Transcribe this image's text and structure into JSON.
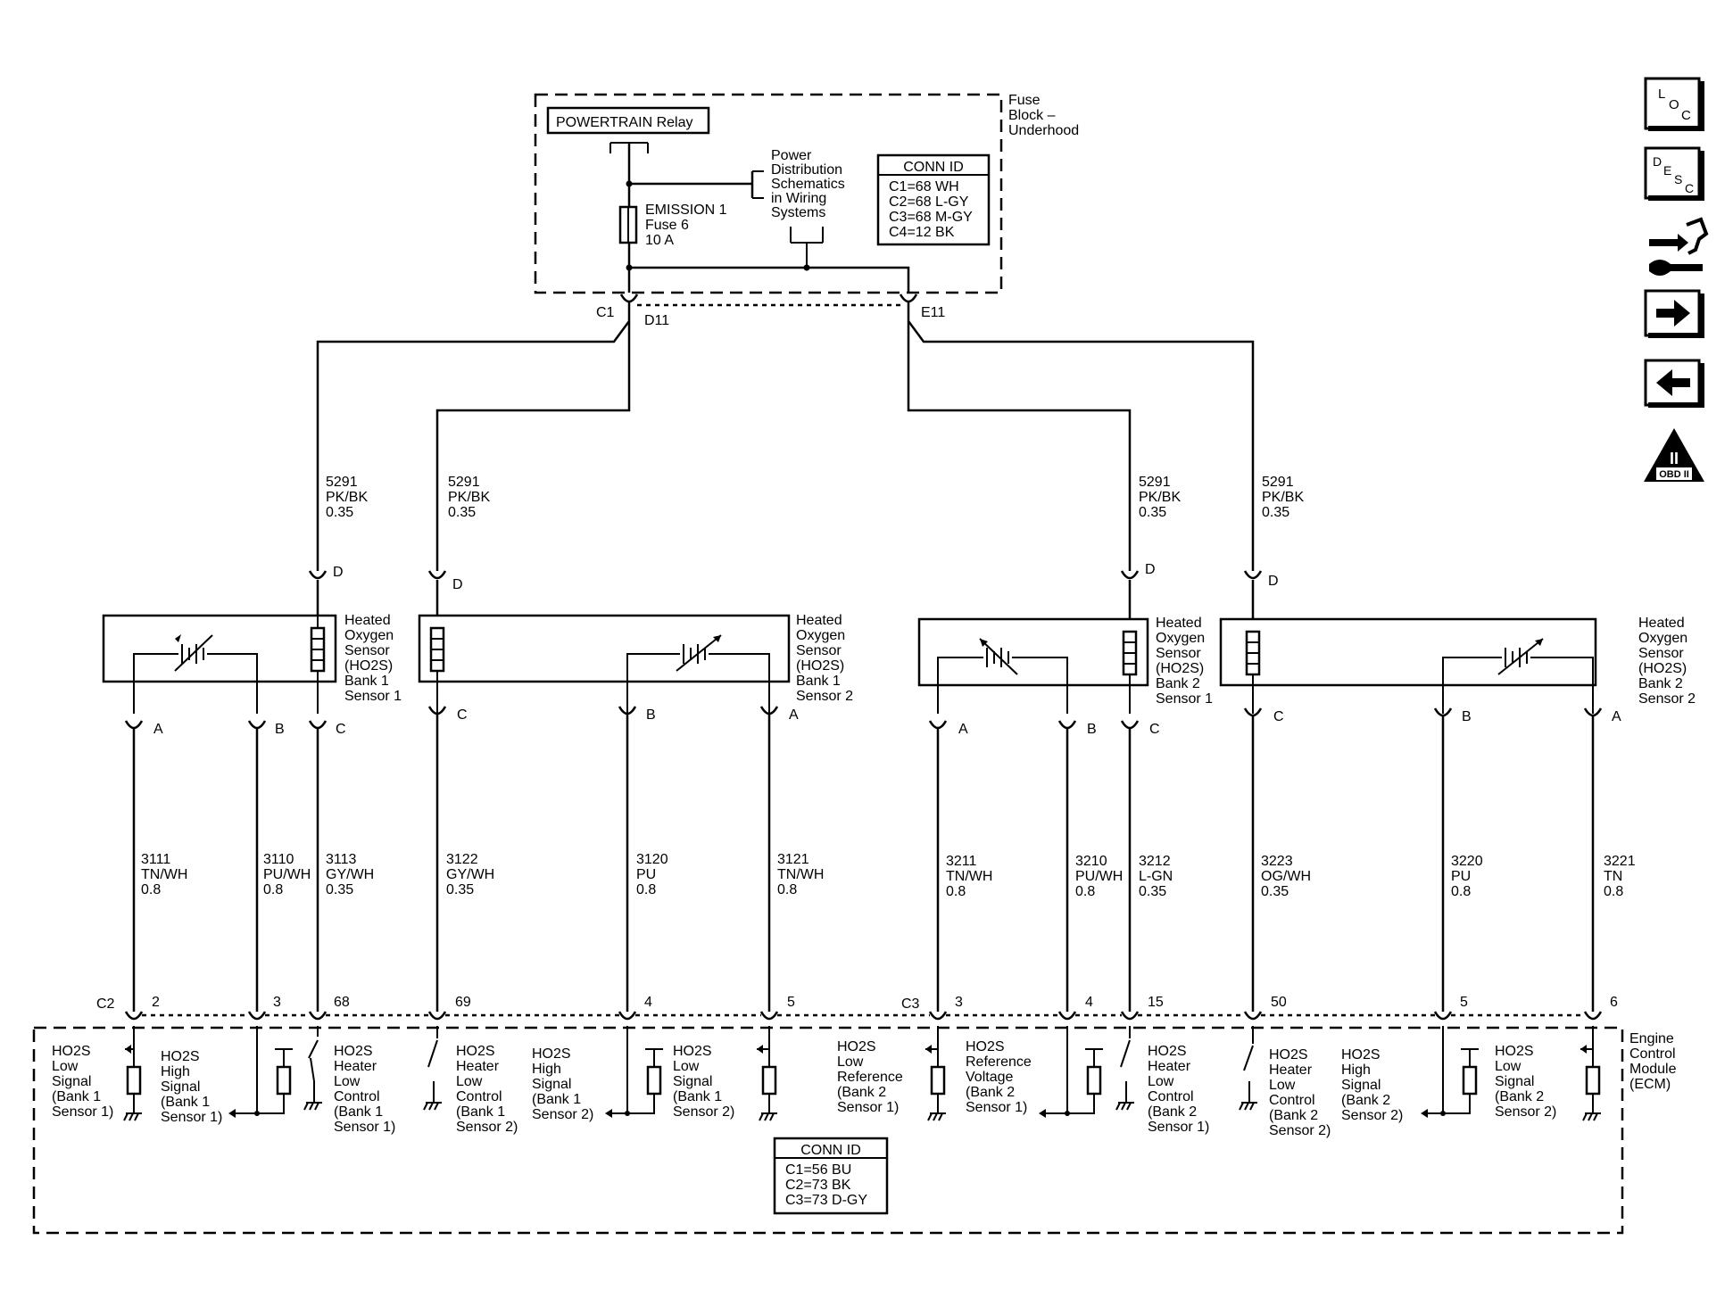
{
  "relay": {
    "label": "POWERTRAIN Relay"
  },
  "fuse_block": {
    "lines": [
      "Fuse",
      "Block –",
      "Underhood"
    ]
  },
  "power_dist": {
    "lines": [
      "Power",
      "Distribution",
      "Schematics",
      "in Wiring",
      "Systems"
    ]
  },
  "fuse": {
    "lines": [
      "EMISSION 1",
      "Fuse 6",
      "10 A"
    ]
  },
  "top_conn_id": {
    "title": "CONN ID",
    "lines": [
      "C1=68 WH",
      "C2=68 L-GY",
      "C3=68 M-GY",
      "C4=12 BK"
    ]
  },
  "fuse_pins": {
    "c1": "C1",
    "d11": "D11",
    "e11": "E11"
  },
  "feed_wires": [
    {
      "circuit": "5291",
      "color": "PK/BK",
      "gauge": "0.35"
    },
    {
      "circuit": "5291",
      "color": "PK/BK",
      "gauge": "0.35"
    },
    {
      "circuit": "5291",
      "color": "PK/BK",
      "gauge": "0.35"
    },
    {
      "circuit": "5291",
      "color": "PK/BK",
      "gauge": "0.35"
    }
  ],
  "sensors": [
    {
      "lines": [
        "Heated",
        "Oxygen",
        "Sensor",
        "(HO2S)",
        "Bank 1",
        "Sensor 1"
      ],
      "pin_d": "D",
      "pin_a": "A",
      "pin_b": "B",
      "pin_c": "C"
    },
    {
      "lines": [
        "Heated",
        "Oxygen",
        "Sensor",
        "(HO2S)",
        "Bank 1",
        "Sensor 2"
      ],
      "pin_d": "D",
      "pin_a": "A",
      "pin_b": "B",
      "pin_c": "C"
    },
    {
      "lines": [
        "Heated",
        "Oxygen",
        "Sensor",
        "(HO2S)",
        "Bank 2",
        "Sensor 1"
      ],
      "pin_d": "D",
      "pin_a": "A",
      "pin_b": "B",
      "pin_c": "C"
    },
    {
      "lines": [
        "Heated",
        "Oxygen",
        "Sensor",
        "(HO2S)",
        "Bank 2",
        "Sensor 2"
      ],
      "pin_d": "D",
      "pin_a": "A",
      "pin_b": "B",
      "pin_c": "C"
    }
  ],
  "signal_wires": [
    {
      "circuit": "3111",
      "color": "TN/WH",
      "gauge": "0.8",
      "pin": "2"
    },
    {
      "circuit": "3110",
      "color": "PU/WH",
      "gauge": "0.8",
      "pin": "3"
    },
    {
      "circuit": "3113",
      "color": "GY/WH",
      "gauge": "0.35",
      "pin": "68"
    },
    {
      "circuit": "3122",
      "color": "GY/WH",
      "gauge": "0.35",
      "pin": "69"
    },
    {
      "circuit": "3120",
      "color": "PU",
      "gauge": "0.8",
      "pin": "4"
    },
    {
      "circuit": "3121",
      "color": "TN/WH",
      "gauge": "0.8",
      "pin": "5"
    },
    {
      "circuit": "3211",
      "color": "TN/WH",
      "gauge": "0.8",
      "pin": "3"
    },
    {
      "circuit": "3210",
      "color": "PU/WH",
      "gauge": "0.8",
      "pin": "4"
    },
    {
      "circuit": "3212",
      "color": "L-GN",
      "gauge": "0.35",
      "pin": "15"
    },
    {
      "circuit": "3223",
      "color": "OG/WH",
      "gauge": "0.35",
      "pin": "50"
    },
    {
      "circuit": "3220",
      "color": "PU",
      "gauge": "0.8",
      "pin": "5"
    },
    {
      "circuit": "3221",
      "color": "TN",
      "gauge": "0.8",
      "pin": "6"
    }
  ],
  "ecm_connectors": {
    "c2": "C2",
    "c3": "C3"
  },
  "ecm_functions": [
    {
      "lines": [
        "HO2S",
        "Low",
        "Signal",
        "(Bank 1",
        "Sensor 1)"
      ]
    },
    {
      "lines": [
        "HO2S",
        "High",
        "Signal",
        "(Bank 1",
        "Sensor 1)"
      ]
    },
    {
      "lines": [
        "HO2S",
        "Heater",
        "Low",
        "Control",
        "(Bank 1",
        "Sensor 1)"
      ]
    },
    {
      "lines": [
        "HO2S",
        "Heater",
        "Low",
        "Control",
        "(Bank 1",
        "Sensor 2)"
      ]
    },
    {
      "lines": [
        "HO2S",
        "High",
        "Signal",
        "(Bank 1",
        "Sensor 2)"
      ]
    },
    {
      "lines": [
        "HO2S",
        "Low",
        "Signal",
        "(Bank 1",
        "Sensor 2)"
      ]
    },
    {
      "lines": [
        "HO2S",
        "Low",
        "Reference",
        "(Bank 2",
        "Sensor 1)"
      ]
    },
    {
      "lines": [
        "HO2S",
        "Reference",
        "Voltage",
        "(Bank 2",
        "Sensor 1)"
      ]
    },
    {
      "lines": [
        "HO2S",
        "Heater",
        "Low",
        "Control",
        "(Bank 2",
        "Sensor 1)"
      ]
    },
    {
      "lines": [
        "HO2S",
        "Heater",
        "Low",
        "Control",
        "(Bank 2",
        "Sensor 2)"
      ]
    },
    {
      "lines": [
        "HO2S",
        "High",
        "Signal",
        "(Bank 2",
        "Sensor 2)"
      ]
    },
    {
      "lines": [
        "HO2S",
        "Low",
        "Signal",
        "(Bank 2",
        "Sensor 2)"
      ]
    }
  ],
  "ecm": {
    "lines": [
      "Engine",
      "Control",
      "Module",
      "(ECM)"
    ]
  },
  "ecm_conn_id": {
    "title": "CONN ID",
    "lines": [
      "C1=56 BU",
      "C2=73 BK",
      "C3=73 D-GY"
    ]
  },
  "nav": {
    "loc": [
      "L",
      "O",
      "C"
    ],
    "desc": [
      "D",
      "E",
      "S",
      "C"
    ],
    "obd": "OBD II",
    "obd_numeral": "II"
  }
}
